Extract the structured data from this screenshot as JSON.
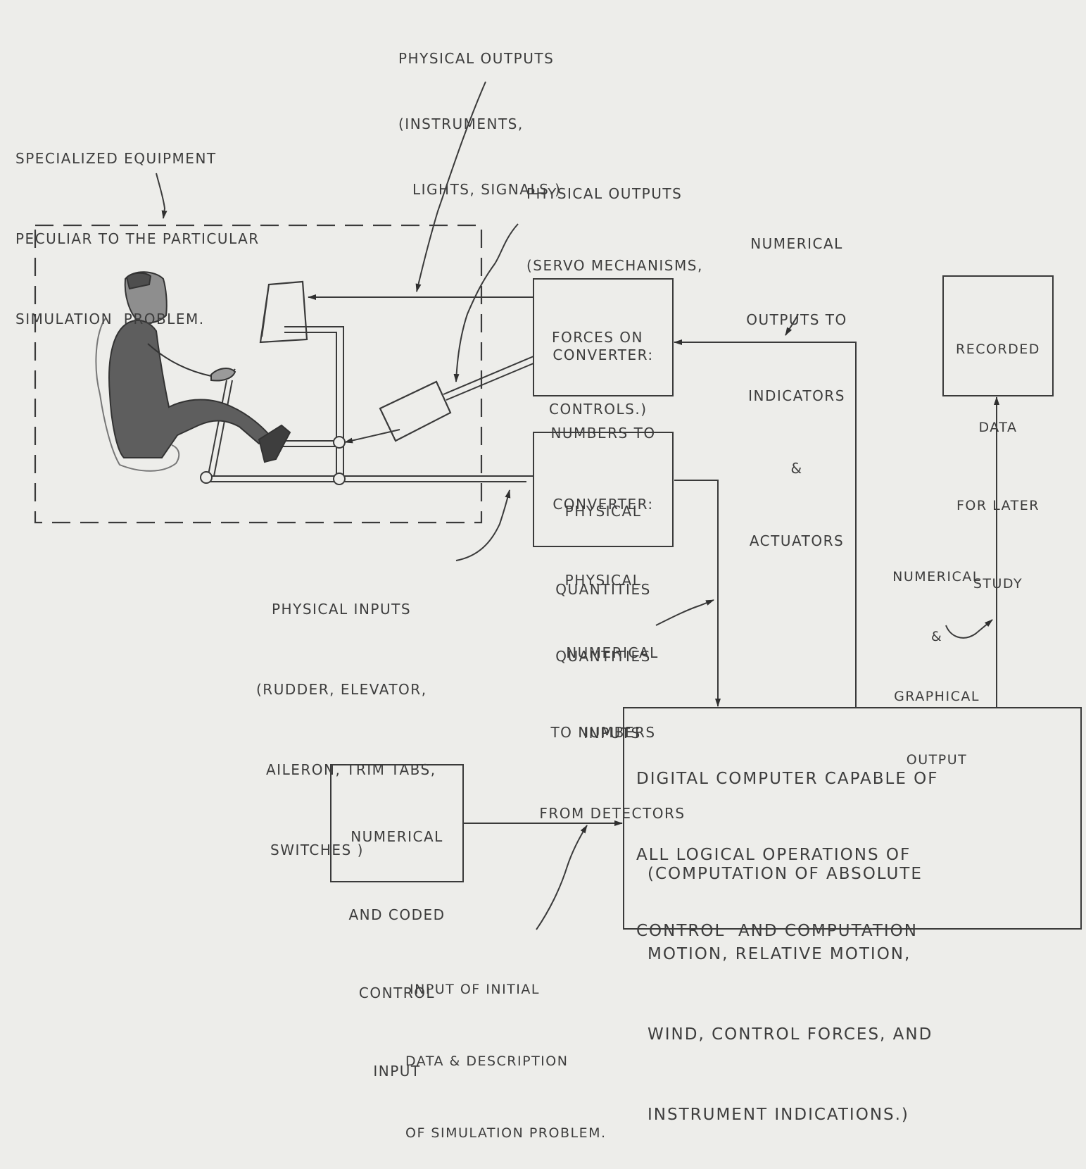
{
  "labels": {
    "physical_outputs_instruments": [
      "PHYSICAL OUTPUTS",
      "(INSTRUMENTS,",
      "LIGHTS, SIGNALS.)"
    ],
    "specialized_equipment": [
      "SPECIALIZED EQUIPMENT",
      "PECULIAR TO THE PARTICULAR",
      "SIMULATION  PROBLEM."
    ],
    "physical_outputs_servo": [
      "PHYSICAL OUTPUTS",
      "(SERVO MECHANISMS,",
      "FORCES ON",
      "CONTROLS.)"
    ],
    "numerical_outputs": [
      "NUMERICAL",
      "OUTPUTS TO",
      "INDICATORS",
      "&",
      "ACTUATORS"
    ],
    "physical_inputs": [
      "PHYSICAL INPUTS",
      "(RUDDER, ELEVATOR,",
      "AILERON, TRIM TABS,",
      "SWITCHES )"
    ],
    "numerical_inputs": [
      "NUMERICAL",
      "INPUTS",
      "FROM DETECTORS"
    ],
    "numerical_graphical": [
      "NUMERICAL",
      "&",
      "GRAPHICAL",
      "OUTPUT"
    ],
    "input_initial_data": [
      "INPUT OF INITIAL",
      "DATA & DESCRIPTION",
      "OF SIMULATION PROBLEM."
    ]
  },
  "boxes": {
    "converter_num_to_phys": [
      "CONVERTER:",
      "NUMBERS TO",
      "PHYSICAL",
      "QUANTITIES"
    ],
    "converter_phys_to_num": [
      "CONVERTER:",
      "PHYSICAL",
      "QUANTITIES",
      "TO NUMBERS"
    ],
    "recorded_data": [
      "RECORDED",
      "DATA",
      "FOR LATER",
      "STUDY"
    ],
    "control_input": [
      "NUMERICAL",
      "AND CODED",
      "CONTROL",
      "INPUT"
    ],
    "digital_computer": [
      "DIGITAL COMPUTER CAPABLE OF",
      "ALL LOGICAL OPERATIONS OF",
      "CONTROL  AND COMPUTATION"
    ],
    "digital_computer_detail": [
      "(COMPUTATION OF ABSOLUTE",
      "MOTION, RELATIVE MOTION,",
      "WIND, CONTROL FORCES, AND",
      "INSTRUMENT INDICATIONS.)"
    ]
  },
  "colors": {
    "paper": "#ededea",
    "ink": "#3a3a3a"
  }
}
